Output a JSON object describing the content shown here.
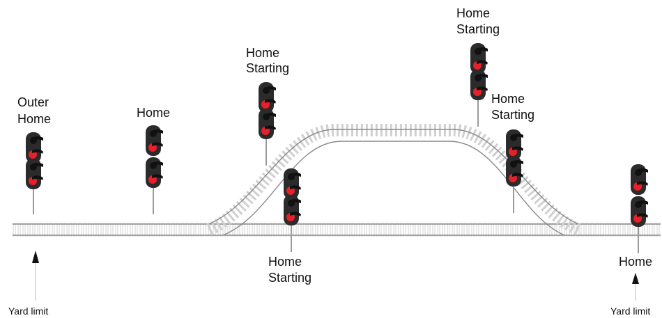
{
  "labels": {
    "outer_home_1": "Outer",
    "outer_home_2": "Home",
    "home_left": "Home",
    "mid_upper_1": "Home",
    "mid_upper_2": "Starting",
    "mid_lower_1": "Home",
    "mid_lower_2": "Starting",
    "top_right_1": "Home",
    "top_right_2": "Starting",
    "right_mid_1": "Home",
    "right_mid_2": "Starting",
    "home_right": "Home",
    "yard_limit_left": "Yard limit",
    "yard_limit_right": "Yard limit"
  },
  "colors": {
    "track": "#8a8a8a",
    "signal_body": "#2b2b2b",
    "signal_lamp": "#e8202a",
    "pole": "#9a9a9a",
    "arm": "#111111"
  },
  "icons": {
    "signal": "two-aspect-signal-icon",
    "arrow": "up-arrow-icon"
  }
}
